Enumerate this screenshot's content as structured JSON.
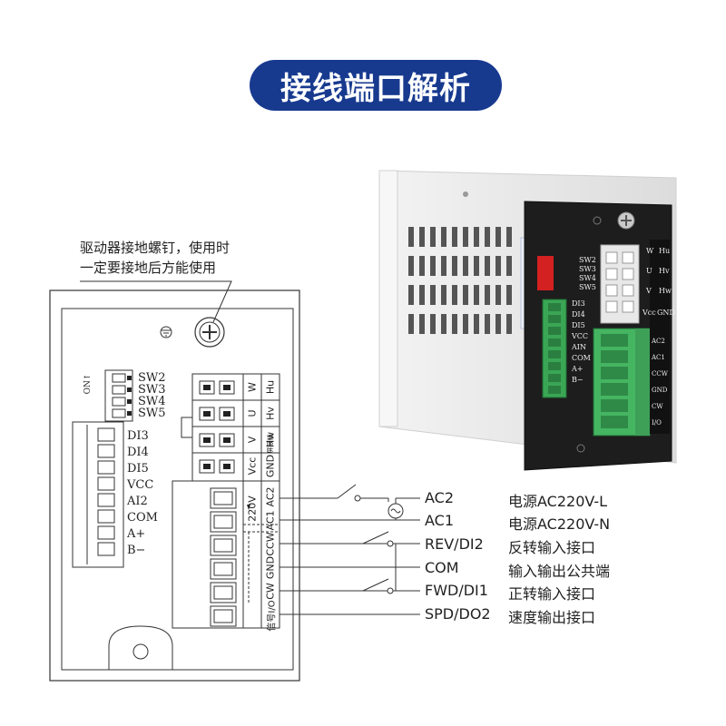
{
  "title": "接线端口解析",
  "ground_note": {
    "line1": "驱动器接地螺钉，使用时",
    "line2": "一定要接地后方能使用"
  },
  "dip": {
    "on_label": "ON↑",
    "switches": [
      "SW2",
      "SW3",
      "SW4",
      "SW5"
    ]
  },
  "left_terminals": [
    "DI3",
    "DI4",
    "DI5",
    "VCC",
    "AI2",
    "COM",
    "A+",
    "B−"
  ],
  "motor_connector": {
    "row_labels": [
      [
        "W",
        "Hu"
      ],
      [
        "U",
        "Hv"
      ],
      [
        "V",
        "Hw"
      ],
      [
        "Vcc",
        "GND"
      ]
    ],
    "shield_label": "屏蔽线"
  },
  "power_block": {
    "voltage": "220V",
    "pins": [
      "AC2",
      "AC1",
      "CCW",
      "GND",
      "CW"
    ],
    "signal_label": "信号I/O"
  },
  "wiring": [
    {
      "pin": "AC2",
      "desc": "电源AC220V-L"
    },
    {
      "pin": "AC1",
      "desc": "电源AC220V-N"
    },
    {
      "pin": "REV/DI2",
      "desc": "反转输入接口"
    },
    {
      "pin": "COM",
      "desc": "输入输出公共端"
    },
    {
      "pin": "FWD/DI1",
      "desc": "正转输入接口"
    },
    {
      "pin": "SPD/DO2",
      "desc": "速度输出接口"
    }
  ],
  "photo": {
    "switches": [
      "SW2",
      "SW3",
      "SW4",
      "SW5"
    ],
    "left_labels": [
      "DI3",
      "DI4",
      "DI5",
      "VCC",
      "AIN",
      "COM",
      "A+",
      "B−"
    ],
    "top_labels": [
      "W",
      "Hu",
      "U",
      "Hv",
      "V",
      "Hw",
      "Vcc",
      "GND"
    ],
    "terminal_labels": [
      "AC2",
      "AC1",
      "CCW",
      "GND",
      "CW",
      "I/O"
    ]
  }
}
